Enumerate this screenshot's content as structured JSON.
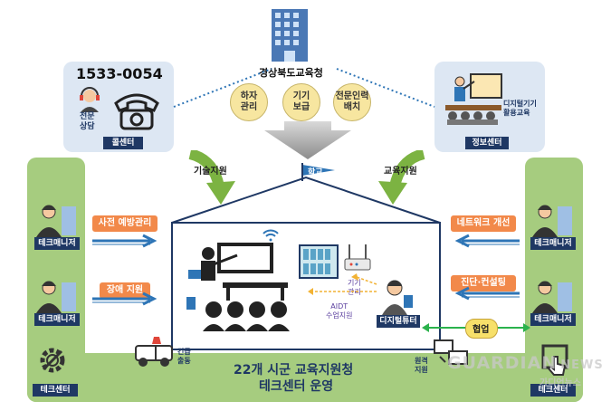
{
  "call_center": {
    "phone": "1533-0054",
    "consult": "전문\n상담",
    "label": "콜센터"
  },
  "office": {
    "title": "경상북도교육청",
    "items": [
      {
        "label": "하자\n관리"
      },
      {
        "label": "기기\n보급"
      },
      {
        "label": "전문인력\n배치"
      }
    ]
  },
  "info_center": {
    "training": "디지털기기\n활용교육",
    "label": "정보센터"
  },
  "arrows": {
    "tech_support": "기술지원",
    "edu_support": "교육지원"
  },
  "school": {
    "flag": "학교",
    "device_mgmt": "기기\n관리",
    "aidt": "AIDT\n수업지원",
    "tutor": "디지털튜터"
  },
  "left_side": {
    "manager_label": "테크매니저",
    "prevention": "사전 예방관리",
    "fault": "장애 지원",
    "tech_center": "테크센터"
  },
  "right_side": {
    "manager_label": "테크매니저",
    "network": "네트워크 개선",
    "diagnosis": "진단·컨설팅",
    "cooperation": "협업",
    "tech_center": "테크센터",
    "remote": "원격\n지원"
  },
  "bottom": {
    "emergency": "긴급\n출동",
    "line1": "22개 시군 교육지원청",
    "line2": "테크센터 운영"
  },
  "watermark": {
    "brand": "GUARDIAN",
    "news": "NEWS",
    "korean": "가디언뉴스"
  },
  "colors": {
    "green": "#a6cc7f",
    "navy": "#1f3864",
    "orange": "#f2894a",
    "light_blue": "#dde7f3",
    "yellow": "#f7e6a0"
  }
}
